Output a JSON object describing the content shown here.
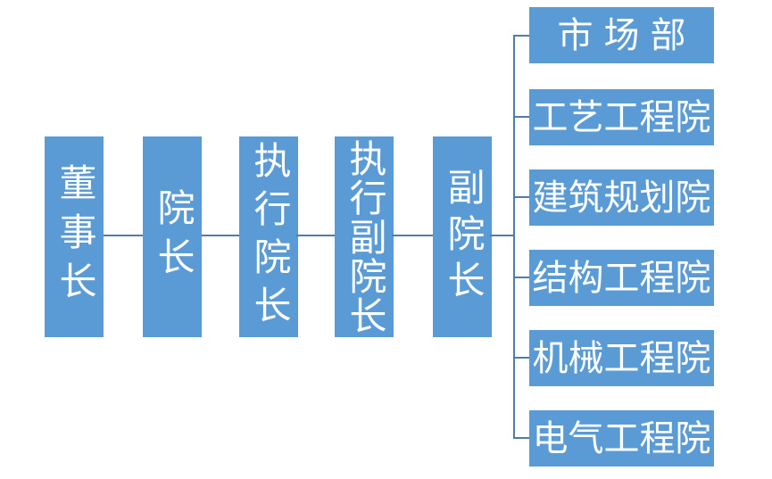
{
  "diagram": {
    "type": "org-chart",
    "background": "#ffffff",
    "colors": {
      "node-fill": "#5B9BD5",
      "node-text": "#FFFFFF",
      "connector": "#4E7CA6",
      "bg": "#FFFFFF"
    },
    "chain": [
      {
        "label": "董事长"
      },
      {
        "label": "院长"
      },
      {
        "label": "执行院长"
      },
      {
        "label": "执行副院长"
      },
      {
        "label": "副院长"
      }
    ],
    "departments": [
      {
        "label": "市场部"
      },
      {
        "label": "工艺工程院"
      },
      {
        "label": "建筑规划院"
      },
      {
        "label": "结构工程院"
      },
      {
        "label": "机械工程院"
      },
      {
        "label": "电气工程院"
      }
    ]
  }
}
